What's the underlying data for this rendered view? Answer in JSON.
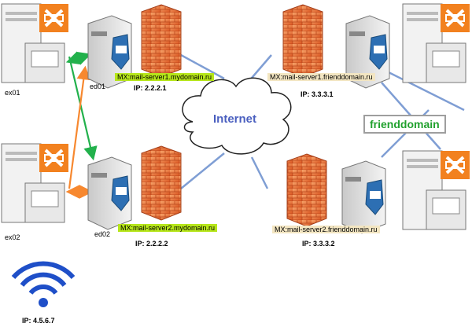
{
  "hosts": {
    "ex01": "ex01",
    "ex02": "ex02",
    "ed01": "ed01",
    "ed02": "ed02"
  },
  "servers": {
    "mx1_mydomain": "MX:mail-server1.mydomain.ru",
    "ip1_mydomain": "IP: 2.2.2.1",
    "mx2_mydomain": "MX:mail-server2.mydomain.ru",
    "ip2_mydomain": "IP: 2.2.2.2",
    "mx1_friend": "MX:mail-server1.frienddomain.ru",
    "ip1_friend": "IP: 3.3.3.1",
    "mx2_friend": "MX:mail-server2.frienddomain.ru",
    "ip2_friend": "IP: 3.3.3.2"
  },
  "internet_label": "Internet",
  "friend_label": "frienddomain",
  "wifi_ip": "IP: 4.5.6.7",
  "colors": {
    "exchange_orange": "#f2811f",
    "green_arrow": "#22b14c",
    "orange_arrow": "#f7882f",
    "link_blue": "#7f9ed4",
    "mx_green": "#b6e61a",
    "mx_tan": "#f3e6c2",
    "wifi_blue": "#1f4fc8"
  }
}
